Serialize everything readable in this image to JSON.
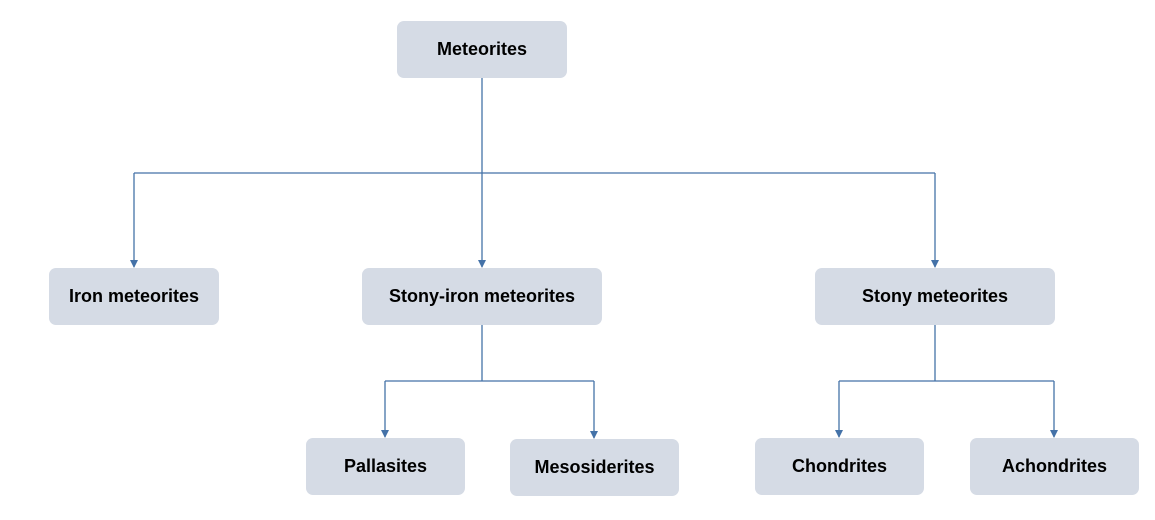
{
  "diagram": {
    "root": {
      "label": "Meteorites"
    },
    "categories": [
      {
        "label": "Iron meteorites",
        "children": []
      },
      {
        "label": "Stony-iron meteorites",
        "children": [
          {
            "label": "Pallasites"
          },
          {
            "label": "Mesosiderites"
          }
        ]
      },
      {
        "label": "Stony meteorites",
        "children": [
          {
            "label": "Chondrites"
          },
          {
            "label": "Achondrites"
          }
        ]
      }
    ]
  },
  "colors": {
    "node_fill": "#d5dbe5",
    "connector": "#4472a8",
    "text": "#000000"
  }
}
